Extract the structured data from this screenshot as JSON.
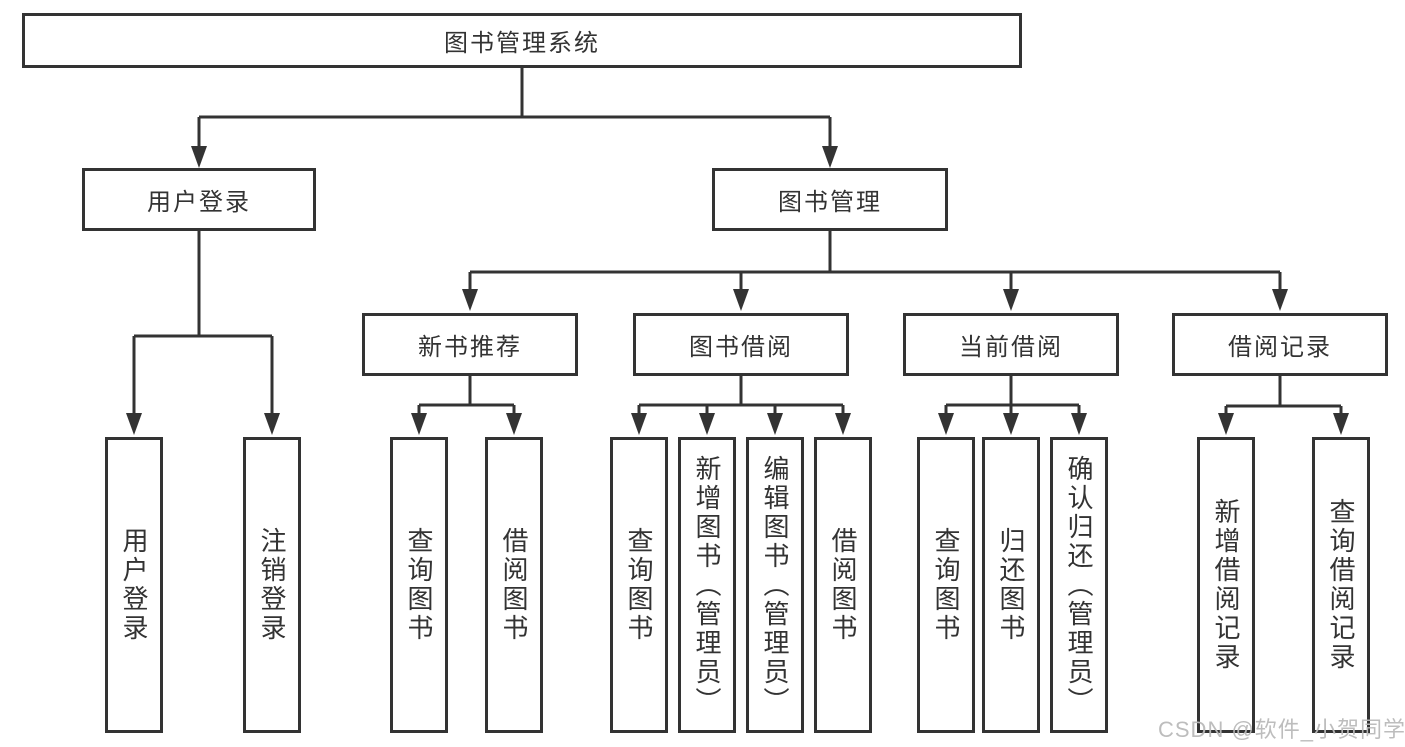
{
  "tree": {
    "root": {
      "label": "图书管理系统"
    },
    "branches": [
      {
        "label": "用户登录",
        "children": [
          {
            "label": "用户登录"
          },
          {
            "label": "注销登录"
          }
        ]
      },
      {
        "label": "图书管理",
        "children": [
          {
            "label": "新书推荐",
            "children": [
              {
                "label": "查询图书"
              },
              {
                "label": "借阅图书"
              }
            ]
          },
          {
            "label": "图书借阅",
            "children": [
              {
                "label": "查询图书"
              },
              {
                "label": "新增图书（管理员）"
              },
              {
                "label": "编辑图书（管理员）"
              },
              {
                "label": "借阅图书"
              }
            ]
          },
          {
            "label": "当前借阅",
            "children": [
              {
                "label": "查询图书"
              },
              {
                "label": "归还图书"
              },
              {
                "label": "确认归还（管理员）"
              }
            ]
          },
          {
            "label": "借阅记录",
            "children": [
              {
                "label": "新增借阅记录"
              },
              {
                "label": "查询借阅记录"
              }
            ]
          }
        ]
      }
    ]
  },
  "watermark": {
    "text": "CSDN @软件_小贺同学"
  },
  "colors": {
    "line": "#333333",
    "text": "#333333",
    "background": "#ffffff",
    "watermark": "#b9b9b9"
  }
}
